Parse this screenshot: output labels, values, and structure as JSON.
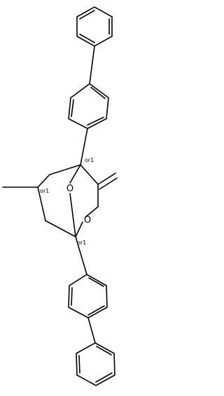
{
  "atoms": {
    "o_ring": "O",
    "o_bridge": "O"
  },
  "stereo_labels": {
    "c1": "or1",
    "c5": "or1",
    "c3": "or1"
  }
}
